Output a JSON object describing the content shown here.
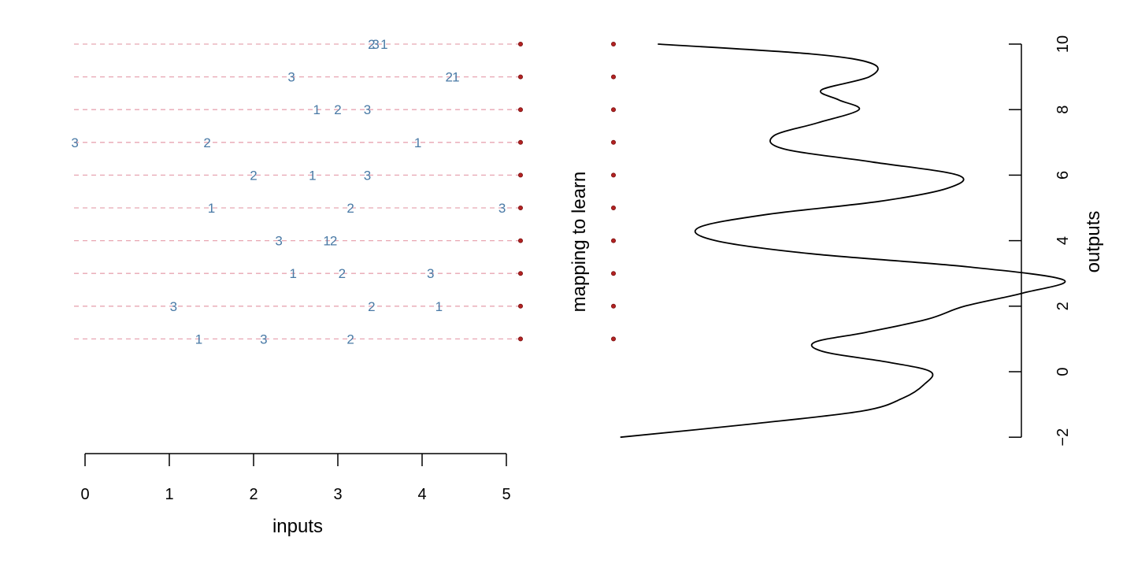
{
  "colors": {
    "guide": "#e8a6b2",
    "points": "#4a7aa6",
    "mapping": "#b22222",
    "curve": "#000000",
    "axis": "#000000"
  },
  "chart_data": [
    {
      "type": "scatter",
      "xlabel": "inputs",
      "ylabel": "",
      "xlim": [
        0,
        5
      ],
      "x_ticks": [
        0,
        1,
        2,
        3,
        4,
        5
      ],
      "rows_y": [
        10,
        9,
        8,
        7,
        6,
        5,
        4,
        3,
        2,
        1
      ],
      "label_cycle": [
        "1",
        "2",
        "3"
      ],
      "guide_lines": "dashed",
      "rows": [
        [
          3.55,
          3.4,
          3.45
        ],
        [
          4.4,
          4.32,
          2.45
        ],
        [
          2.75,
          3.0,
          3.35
        ],
        [
          3.95,
          1.45,
          -0.12
        ],
        [
          2.7,
          2.0,
          3.35
        ],
        [
          1.5,
          3.15,
          4.95
        ],
        [
          2.87,
          2.95,
          2.3
        ],
        [
          2.47,
          3.05,
          4.1
        ],
        [
          4.2,
          3.4,
          1.05
        ],
        [
          1.35,
          3.15,
          2.12
        ]
      ]
    },
    {
      "type": "line",
      "title": "mapping to learn",
      "ylabel": "outputs",
      "ylim": [
        -2,
        10
      ],
      "y_ticks": [
        -2,
        0,
        2,
        4,
        6,
        8,
        10
      ],
      "mapping_points_y": [
        10,
        9,
        8,
        7,
        6,
        5,
        4,
        3,
        2,
        1
      ],
      "curve": {
        "y": [
          -2.0,
          -1.6,
          -1.2,
          -0.8,
          -0.4,
          0.0,
          0.3,
          0.6,
          0.9,
          1.2,
          1.6,
          2.0,
          2.4,
          2.8,
          3.2,
          3.6,
          4.0,
          4.4,
          4.8,
          5.2,
          5.6,
          6.0,
          6.4,
          6.8,
          7.2,
          7.6,
          8.0,
          8.3,
          8.6,
          9.0,
          9.4,
          9.7,
          10.0
        ],
        "out": [
          0.02,
          0.4,
          0.73,
          0.85,
          0.91,
          0.93,
          0.8,
          0.62,
          0.59,
          0.74,
          0.92,
          1.03,
          1.2,
          1.32,
          1.04,
          0.58,
          0.3,
          0.25,
          0.45,
          0.78,
          0.98,
          1.01,
          0.76,
          0.5,
          0.47,
          0.6,
          0.72,
          0.66,
          0.61,
          0.75,
          0.76,
          0.58,
          0.13
        ]
      }
    }
  ]
}
